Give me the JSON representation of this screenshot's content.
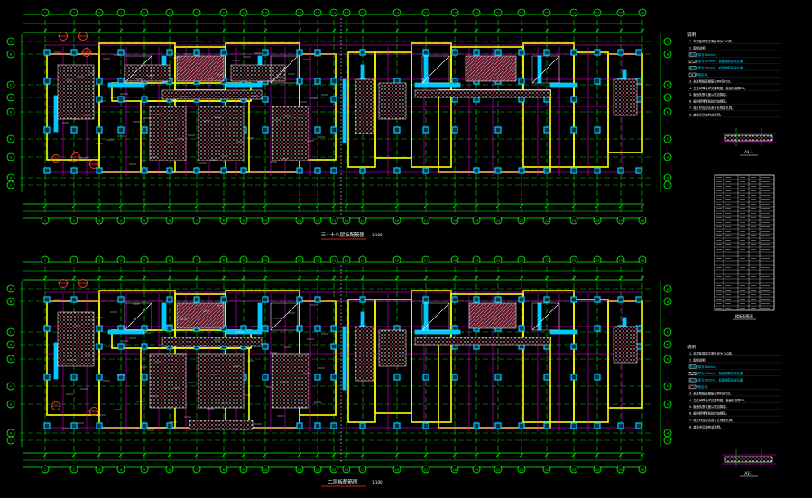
{
  "colors": {
    "background": "#000000",
    "grid": "#00ff00",
    "wall": "#ffff00",
    "column": "#00c8ff",
    "beam": "#ff00ff",
    "hatch": "#ff4466",
    "text": "#ffffff",
    "red": "#ff3333"
  },
  "plans": [
    {
      "id": "plan-upper",
      "title": "三~十八层板配筋图",
      "scale": "1:100"
    },
    {
      "id": "plan-lower",
      "title": "二层板配筋图",
      "scale": "1:100"
    }
  ],
  "axis_labels_top": [
    "1",
    "2",
    "3",
    "4",
    "5",
    "6",
    "7",
    "8",
    "9",
    "10",
    "11",
    "12",
    "13",
    "14",
    "15",
    "16",
    "17",
    "18",
    "19",
    "20",
    "21",
    "22",
    "23",
    "24",
    "25",
    "26",
    "27",
    "28"
  ],
  "axis_labels_side": [
    "A",
    "B",
    "C",
    "D",
    "E",
    "F",
    "G",
    "H",
    "J"
  ],
  "notes": {
    "heading": "说明",
    "items": [
      "1. 本层板厚除注明外均为120厚。",
      "2. 图例说明：",
      "   表示板厚为100mm。",
      "   表示板厚为120mm，板面钢筋双向拉通。",
      "   表示板厚为150mm，板面钢筋双向拉通。",
      "   表示降板区域。",
      "3. 未注明板底钢筋为Φ8@200。",
      "4. 卫生间降板详见建筑图，板面标高降50。",
      "5. 板面负筋长度从梁边算起。",
      "6. 板内预埋管线处附加钢筋。",
      "7. 施工时应配合各专业预留孔洞。",
      "8. 其余详见结构总说明。"
    ]
  },
  "details": [
    {
      "label": "A1-1"
    },
    {
      "label": "A1-1"
    }
  ],
  "table": {
    "title": "楼板配筋表",
    "rows": 30
  }
}
